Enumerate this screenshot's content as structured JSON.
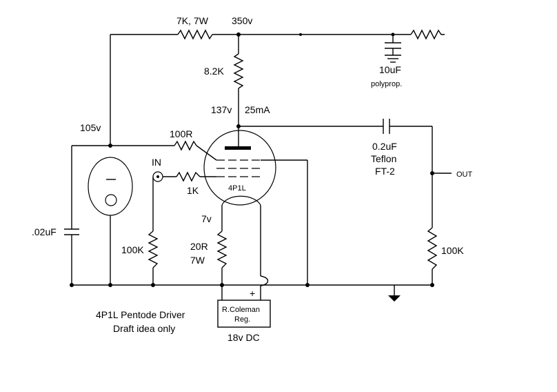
{
  "labels": {
    "r_supply": "7K, 7W",
    "v_supply": "350v",
    "r_plate": "8.2K",
    "v_plate": "137v",
    "i_plate": "25mA",
    "v_ref": "105v",
    "r_grid2": "100R",
    "in": "IN",
    "r_grid1": "1K",
    "tube": "4P1L",
    "c_supply": "10uF",
    "c_supply_type": "polyprop.",
    "c_out": "0.2uF",
    "c_out_type1": "Teflon",
    "c_out_type2": "FT-2",
    "out": "OUT",
    "c_ref": ".02uF",
    "r_input": "100K",
    "v_fil": "7v",
    "r_fil1": "20R",
    "r_fil2": "7W",
    "r_load": "100K",
    "reg1": "R.Coleman",
    "reg2": "Reg.",
    "reg_plus": "+",
    "dc": "18v DC",
    "title1": "4P1L Pentode Driver",
    "title2": "Draft idea only"
  }
}
